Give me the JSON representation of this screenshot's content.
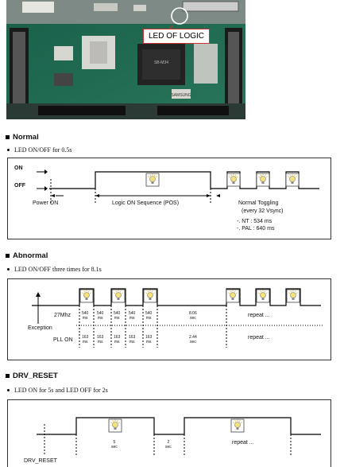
{
  "photo": {
    "callout": "LED OF LOGIC",
    "chip_label": "SAMSUNG"
  },
  "normal": {
    "title": "Normal",
    "bullet": "LED ON/OFF for 0.5s",
    "on_label": "ON",
    "off_label": "OFF",
    "power_on": "Power ON",
    "logic_seq": "Logic ON Sequence (POS)",
    "toggling": "Normal Toggling",
    "vsync": "(every 32 Vsync)",
    "nt": "-. NT   : 534 ms",
    "pal": "-. PAL : 640 ms"
  },
  "abnormal": {
    "title": "Abnormal",
    "bullet": "LED ON/OFF three times for 8.1s",
    "row1_label": "27Mhz",
    "row2_label": "PLL ON",
    "exception": "Exception",
    "t540": "540",
    "t163": "163",
    "unit_ms": "ms",
    "t806": "8.06",
    "t244": "2.44",
    "unit_sec": "sec",
    "repeat": "repeat ..."
  },
  "drv": {
    "title": "DRV_RESET",
    "bullet": "LED ON for 5s and LED OFF for 2s",
    "t5": "5",
    "t2": "2",
    "unit_sec": "sec",
    "repeat": "repeat ...",
    "label": "DRV_RESET"
  }
}
